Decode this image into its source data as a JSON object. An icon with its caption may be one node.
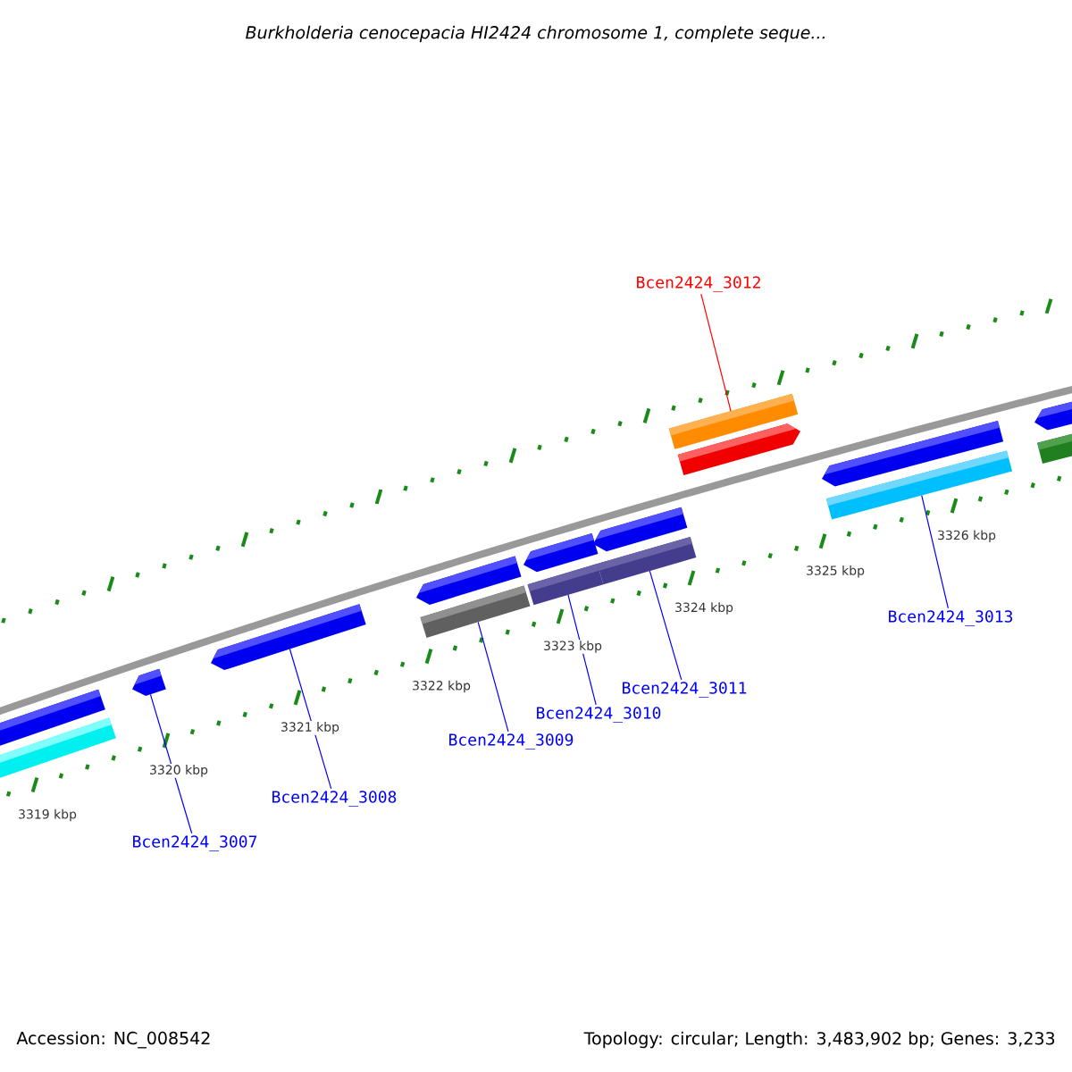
{
  "diagram": {
    "title": "Burkholderia cenocepacia HI2424 chromosome 1, complete seque...",
    "nodes": [
      {
        "text": [
          "Bcen2424_3012"
        ]
      },
      {
        "text": [
          "Bcen2424_3013"
        ]
      },
      {
        "text": [
          "Bcen2424_3011"
        ]
      },
      {
        "text": [
          "Bcen2424_3010"
        ]
      },
      {
        "text": [
          "Bcen2424_3009"
        ]
      },
      {
        "text": [
          "Bcen2424_3008"
        ]
      },
      {
        "text": [
          "Bcen2424_3007"
        ]
      },
      {
        "text": [],
        "shape": "bar"
      },
      {
        "text": [],
        "shape": "bar"
      },
      {
        "text": [],
        "shape": "bar"
      },
      {
        "text": [],
        "shape": "bar"
      },
      {
        "text": [],
        "shape": "bar"
      },
      {
        "text": [],
        "shape": "bar"
      },
      {
        "text": [],
        "shape": "bar"
      },
      {
        "text": [],
        "shape": "bar"
      },
      {
        "text": [],
        "shape": "bar"
      },
      {
        "text": [],
        "shape": "bar"
      },
      {
        "text": [],
        "shape": "bar"
      },
      {
        "text": [],
        "shape": "bar"
      },
      {
        "text": [],
        "shape": "bar"
      },
      {
        "text": [],
        "shape": "bar"
      },
      {
        "text": [],
        "shape": "bar"
      },
      {
        "text": [],
        "shape": "bar"
      }
    ],
    "edges": [
      {
        "from": 0,
        "to": 17,
        "arrow": "none",
        "color": "#ff0000"
      },
      {
        "from": 1,
        "to": 20,
        "arrow": "none"
      },
      {
        "from": 2,
        "to": 16,
        "arrow": "none"
      },
      {
        "from": 3,
        "to": 14,
        "arrow": "none"
      },
      {
        "from": 4,
        "to": 12,
        "arrow": "none"
      },
      {
        "from": 5,
        "to": 10,
        "arrow": "none"
      },
      {
        "from": 6,
        "to": 9,
        "arrow": "none"
      }
    ],
    "labels": [
      "3326 kbp",
      "3325 kbp",
      "3324 kbp",
      "3323 kbp",
      "3322 kbp",
      "3321 kbp",
      "3320 kbp",
      "3319 kbp",
      "Accession: NC_008542",
      "Topology: circular; Length: 3,483,902 bp; Genes: 3,233"
    ]
  }
}
